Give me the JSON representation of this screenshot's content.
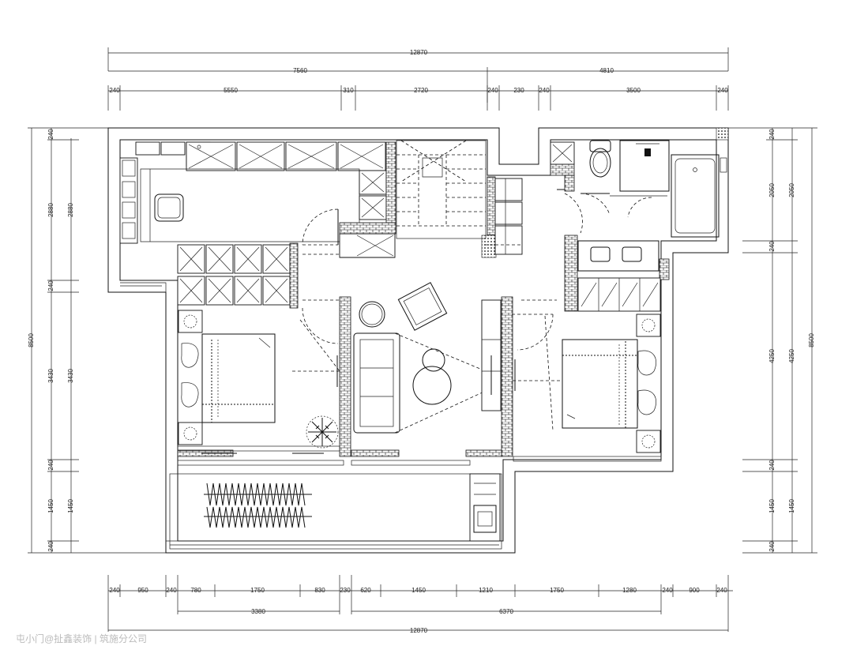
{
  "drawing": {
    "watermark": "屯小门@扯鑫装饰 | 筑施分公司",
    "colors": {
      "line": "#111111",
      "background": "#ffffff",
      "watermark": "#bbbbbb"
    }
  },
  "dims": {
    "top_total": "12870",
    "top_mid": [
      "7560",
      "4810"
    ],
    "top_segments": [
      "240",
      "5550",
      "310",
      "2720",
      "240",
      "230",
      "240",
      "3500",
      "240"
    ],
    "bottom_segments": [
      "240",
      "950",
      "240",
      "780",
      "1750",
      "830",
      "230",
      "620",
      "1450",
      "1210",
      "1750",
      "1280",
      "240",
      "900",
      "240"
    ],
    "bottom_mid": [
      "3380",
      "6370"
    ],
    "bottom_total": "12870",
    "left_outer": [
      "240",
      "2880",
      "240",
      "3430",
      "240",
      "1450",
      "240"
    ],
    "left_inner": [
      "2880",
      "3430",
      "1450"
    ],
    "left_total": "8500",
    "right_outer": [
      "240",
      "2050",
      "240",
      "4250",
      "240",
      "1450",
      "240"
    ],
    "right_inner": [
      "2050",
      "4250",
      "1450"
    ],
    "right_total": "8500"
  }
}
